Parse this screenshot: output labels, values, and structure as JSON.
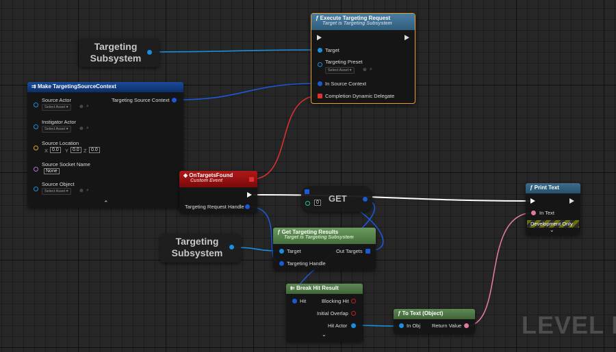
{
  "var_targeting_1": {
    "line1": "Targeting",
    "line2": "Subsystem"
  },
  "var_targeting_2": {
    "line1": "Targeting",
    "line2": "Subsystem"
  },
  "execute_request": {
    "title": "Execute Targeting Request",
    "subtitle": "Target is Targeting Subsystem",
    "target_label": "Target",
    "preset_label": "Targeting Preset",
    "preset_value": "Select Asset",
    "context_label": "In Source Context",
    "delegate_label": "Completion Dynamic Delegate"
  },
  "make_context": {
    "title": "Make TargetingSourceContext",
    "source_actor": "Source Actor",
    "source_actor_value": "Select Asset",
    "instigator_actor": "Instigator Actor",
    "instigator_value": "Select Asset",
    "source_location": "Source Location",
    "x_label": "X",
    "x_value": "0.0",
    "y_label": "Y",
    "y_value": "0.0",
    "z_label": "Z",
    "z_value": "0.0",
    "socket_name": "Source Socket Name",
    "socket_value": "None",
    "source_object": "Source Object",
    "source_object_value": "Select Asset",
    "output_label": "Targeting Source Context"
  },
  "event_node": {
    "title": "OnTargetsFound",
    "subtitle": "Custom Event",
    "handle_label": "Targeting Request Handle"
  },
  "get_node": {
    "label": "GET",
    "index_value": "0"
  },
  "print_text": {
    "title": "Print Text",
    "in_text": "In Text",
    "dev_only": "Development Only"
  },
  "get_results": {
    "title": "Get Targeting Results",
    "subtitle": "Target is Targeting Subsystem",
    "target_label": "Target",
    "handle_label": "Targeting Handle",
    "out_label": "Out Targets"
  },
  "break_hit": {
    "title": "Break Hit Result",
    "hit": "Hit",
    "blocking": "Blocking Hit",
    "overlap": "Initial Overlap",
    "actor": "Hit Actor"
  },
  "to_text": {
    "title": "To Text (Object)",
    "in_obj": "In Obj",
    "return_value": "Return Value"
  },
  "watermark": "LEVEL B",
  "colors": {
    "exec_header": "#3a6a8a",
    "make_header": "#0f3a7a",
    "event_header": "#9a0e0e",
    "function_header": "#4a7a4a",
    "selection": "#f0a020",
    "object_wire": "#1a8fe0",
    "struct_wire": "#1b5ad6",
    "text_wire": "#e07a9a",
    "delegate_wire": "#e03030"
  }
}
